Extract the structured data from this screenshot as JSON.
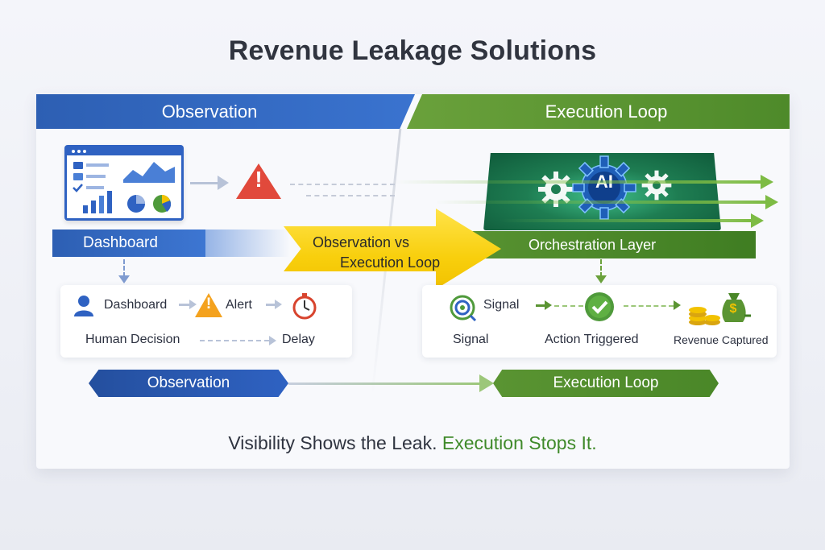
{
  "title": "Revenue Leakage Solutions",
  "header": {
    "left": "Observation",
    "right": "Execution Loop"
  },
  "left_panel": {
    "bar_label": "Dashboard",
    "flow": {
      "step1": "Dashboard",
      "step2": "Alert",
      "step3": "Human Decision",
      "step4": "Delay"
    },
    "pill": "Observation"
  },
  "center_arrow": {
    "line1": "Observation vs",
    "line2": "Execution Loop"
  },
  "right_panel": {
    "ai_label": "AI",
    "bar_label": "Orchestration Layer",
    "flow": {
      "signal_icon_label": "Signal",
      "signal": "Signal",
      "action": "Action Triggered",
      "revenue": "Revenue Captured",
      "money_symbol": "$"
    },
    "pill": "Execution Loop"
  },
  "tagline": {
    "part1": "Visibility Shows the Leak.",
    "part2": "Execution Stops It."
  },
  "colors": {
    "blue": "#2f62c2",
    "green": "#5a9432",
    "yellow": "#f8cf0d",
    "alert_red": "#e1493b",
    "alert_orange": "#f4a21e"
  }
}
